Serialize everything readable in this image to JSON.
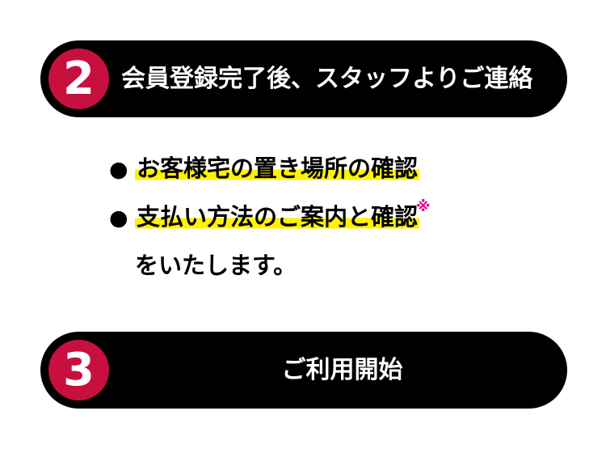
{
  "step2": {
    "number": "2",
    "title": "会員登録完了後、スタッフよりご連絡"
  },
  "details": {
    "bullet": "●",
    "items": [
      {
        "text": "お客様宅の置き場所の確認"
      },
      {
        "text": "支払い方法のご案内と確認",
        "note": "※"
      }
    ],
    "closing": "をいたします。"
  },
  "step3": {
    "number": "3",
    "title": "ご利用開始"
  },
  "colors": {
    "bar": "#000000",
    "badge": "#c8103e",
    "highlight": "#fff200",
    "note_mark": "#e4007f"
  }
}
